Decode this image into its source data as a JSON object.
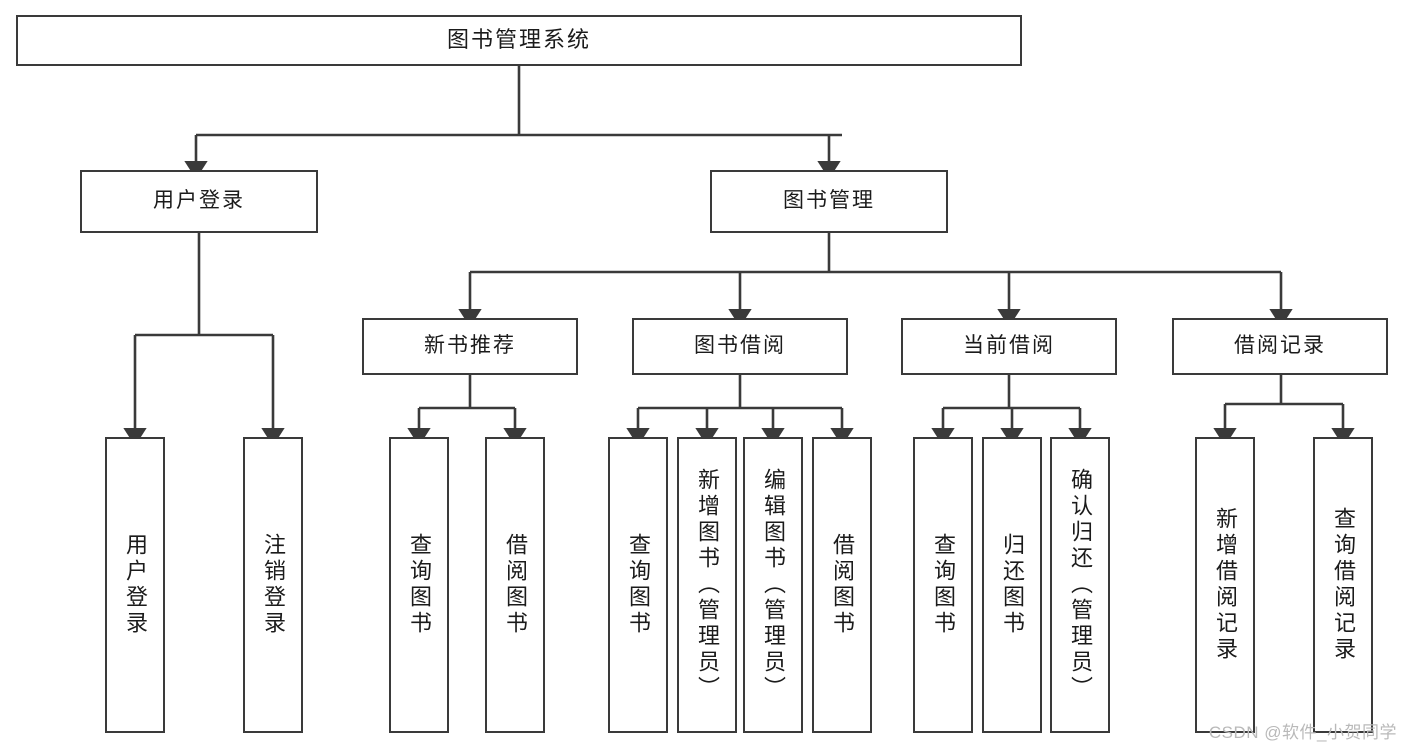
{
  "diagram": {
    "type": "tree",
    "title": "图书管理系统",
    "watermark": "CSDN @软件_小贺同学",
    "nodes": {
      "root": {
        "label": "图书管理系统"
      },
      "level2": [
        {
          "label": "用户登录"
        },
        {
          "label": "图书管理"
        }
      ],
      "level3": [
        {
          "label": "新书推荐"
        },
        {
          "label": "图书借阅"
        },
        {
          "label": "当前借阅"
        },
        {
          "label": "借阅记录"
        }
      ],
      "leaves": {
        "user_login": [
          {
            "label": "用户登录"
          },
          {
            "label": "注销登录"
          }
        ],
        "new_book_recommend": [
          {
            "label": "查询图书"
          },
          {
            "label": "借阅图书"
          }
        ],
        "book_borrow": [
          {
            "label": "查询图书"
          },
          {
            "label": "新增图书（管理员）"
          },
          {
            "label": "编辑图书（管理员）"
          },
          {
            "label": "借阅图书"
          }
        ],
        "current_borrow": [
          {
            "label": "查询图书"
          },
          {
            "label": "归还图书"
          },
          {
            "label": "确认归还（管理员）"
          }
        ],
        "borrow_record": [
          {
            "label": "新增借阅记录"
          },
          {
            "label": "查询借阅记录"
          }
        ]
      }
    },
    "colors": {
      "stroke": "#3a3a3a",
      "text": "#1b1b1b",
      "background": "#ffffff",
      "watermark": "#b9b9b9"
    }
  }
}
